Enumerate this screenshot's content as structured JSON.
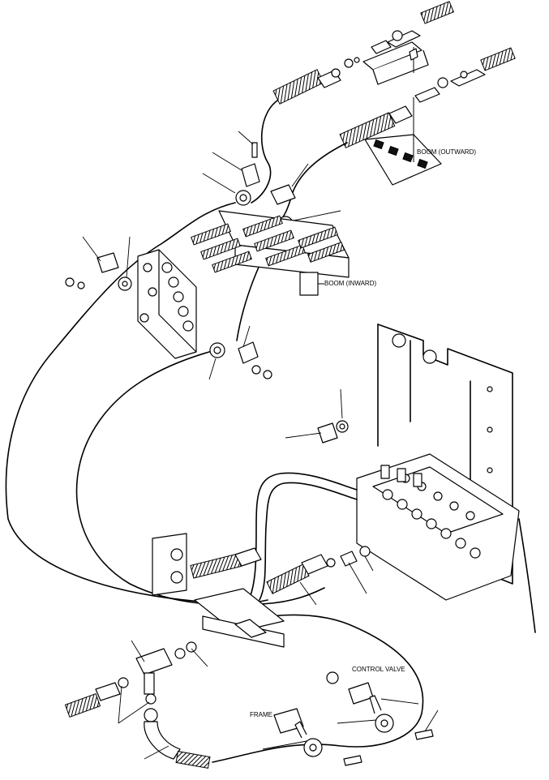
{
  "labels": {
    "boom_outward": "BOOM (OUTWARD)",
    "boom_inward": "BOOM (INWARD)",
    "control_valve": "CONTROL VALVE",
    "frame": "FRAME"
  },
  "colors": {
    "line": "#000000",
    "background": "#ffffff"
  }
}
